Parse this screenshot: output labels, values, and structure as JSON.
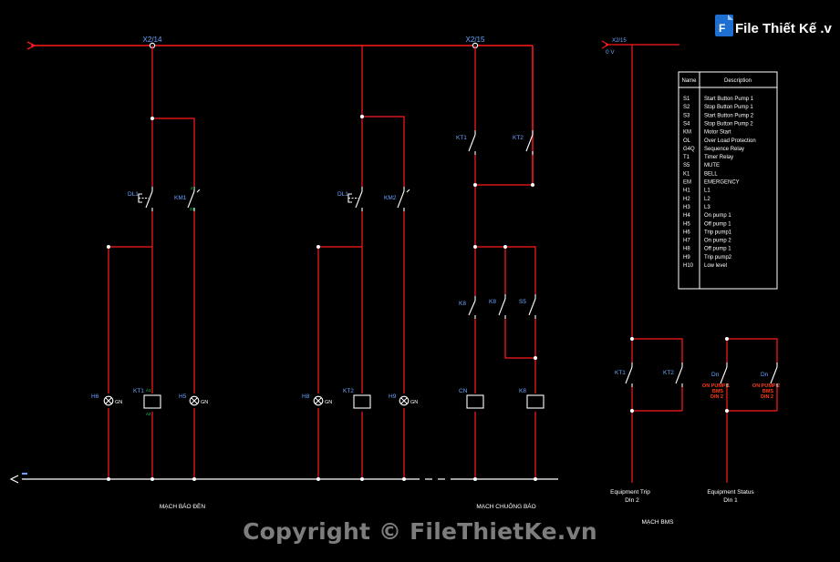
{
  "colors": {
    "wire": "#ff1a1a",
    "bus": "#ffffff",
    "label": "#6aa6ff",
    "terminal": "#2bd15a",
    "bms_label": "#ff3a1a",
    "text": "#ffffff",
    "watermark": "#7d7d7d"
  },
  "nodes": {
    "x2_14": "X2/14",
    "x2_15": "X2/15",
    "zero_v": "0 V"
  },
  "mach_bao_den": {
    "title": "MẠCH BÁO ĐÈN",
    "left_group": {
      "dl1": "DL1",
      "km1": "KM1",
      "h6": "H6",
      "kt1": "KT1",
      "h5": "H5",
      "gn1": "GN",
      "gn2": "GN",
      "a1": "A1",
      "a2": "A2"
    },
    "right_group": {
      "dl1": "DL1",
      "km2": "KM2",
      "h8": "H8",
      "kt2": "KT2",
      "h9": "H9",
      "gn1": "GN",
      "gn2": "GN"
    }
  },
  "mach_chuong_bao": {
    "title": "MẠCH CHUÔNG BÁO",
    "kt1": "KT1",
    "kt2": "KT2",
    "k8a": "K8",
    "k8b": "K8",
    "s5": "S5",
    "cn": "CN",
    "k8coil": "K8"
  },
  "mach_bms": {
    "title": "MẠCH BMS",
    "kt1": "KT1",
    "kt2": "KT2",
    "dn1": "Dn",
    "dn2": "Dn",
    "bms_lines_1": [
      "ON PUMP 1",
      "BMS",
      "DIN 2"
    ],
    "bms_lines_2": [
      "ON PUMP 2",
      "BMS",
      "DIN 2"
    ],
    "equip_trip": "Equipment Trip",
    "equip_trip_din": "DIn 2",
    "equip_status": "Equipment Status",
    "equip_status_din": "DIn 1"
  },
  "legend": {
    "col_name": "Name",
    "col_desc": "Description",
    "rows": [
      [
        "S1",
        "Start Button Pump 1"
      ],
      [
        "S2",
        "Stop Button Pump 1"
      ],
      [
        "S3",
        "Start Button Pump 2"
      ],
      [
        "S4",
        "Stop Button Pump 2"
      ],
      [
        "KM",
        "Motor Start"
      ],
      [
        "OL",
        "Over Load Protection"
      ],
      [
        "G4Q",
        "Sequence Relay"
      ],
      [
        "T1",
        "Timer Relay"
      ],
      [
        "S5",
        "MUTE"
      ],
      [
        "K1",
        "BELL"
      ],
      [
        "EM",
        "EMERGENCY"
      ],
      [
        "H1",
        "L1"
      ],
      [
        "H2",
        "L2"
      ],
      [
        "H3",
        "L3"
      ],
      [
        "H4",
        "On pump 1"
      ],
      [
        "H5",
        "Off pump 1"
      ],
      [
        "H6",
        "Trip pump1"
      ],
      [
        "H7",
        "On pump 2"
      ],
      [
        "H8",
        "Off pump 1"
      ],
      [
        "H9",
        "Trip pump2"
      ],
      [
        "H10",
        "Low level"
      ]
    ]
  },
  "watermark": {
    "logo_text": "File Thiết Kế .vn",
    "copyright": "Copyright © FileThietKe.vn"
  }
}
